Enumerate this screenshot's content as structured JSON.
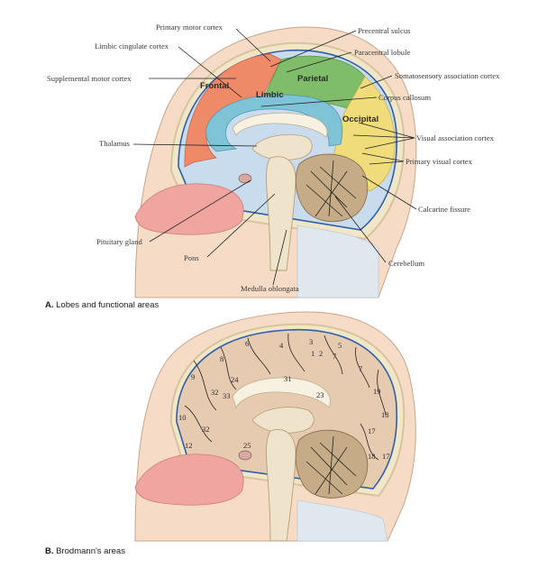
{
  "panel_a": {
    "caption_letter": "A.",
    "caption": "Lobes and functional areas",
    "lobes": [
      "Frontal",
      "Parietal",
      "Limbic",
      "Occipital"
    ],
    "labels": {
      "primary_motor_cortex": "Primary motor cortex",
      "precentral_sulcus": "Precentral sulcus",
      "limbic_cingulate_cortex": "Limbic cingulate cortex",
      "paracentral_lobule": "Paracentral lobule",
      "supplemental_motor_cortex": "Supplemental motor cortex",
      "somatosensory_association_cortex": "Somatosensory association cortex",
      "corpus_callosum": "Corpus callosum",
      "thalamus": "Thalamus",
      "visual_association_cortex": "Visual association cortex",
      "primary_visual_cortex": "Primary visual cortex",
      "calcarine_fissure": "Calcarine fissure",
      "pituitary_gland": "Pituitary gland",
      "pons": "Pons",
      "cerebellum": "Cerebellum",
      "medulla_oblongata": "Medulla oblongata"
    },
    "colors": {
      "frontal": "#ee8a68",
      "parietal": "#7fbd6a",
      "limbic": "#7ec3d6",
      "occipital": "#f0dc7a"
    }
  },
  "panel_b": {
    "caption_letter": "B.",
    "caption": "Brodmann's areas",
    "areas": [
      "6",
      "4",
      "3",
      "1",
      "2",
      "5",
      "7",
      "7",
      "8",
      "9",
      "24",
      "31",
      "32",
      "33",
      "23",
      "19",
      "10",
      "18",
      "32",
      "17",
      "12",
      "25",
      "18",
      "17"
    ]
  }
}
